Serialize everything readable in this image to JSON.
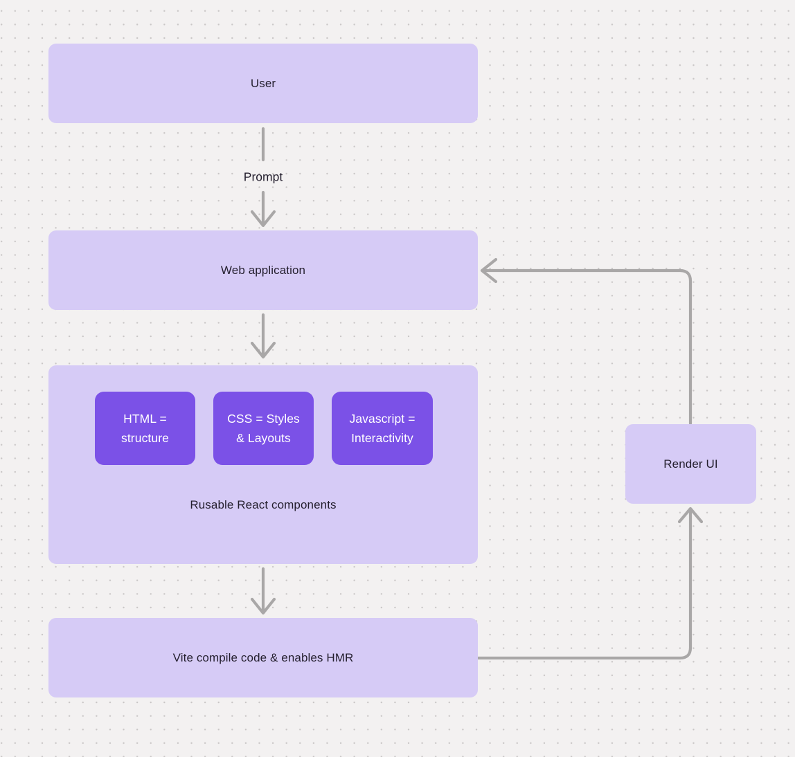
{
  "diagram": {
    "nodes": {
      "user": {
        "label": "User"
      },
      "web_application": {
        "label": "Web application"
      },
      "components_group": {
        "caption": "Rusable React components"
      },
      "html": {
        "label": "HTML =\nstructure"
      },
      "css": {
        "label": "CSS = Styles\n& Layouts"
      },
      "javascript": {
        "label": "Javascript =\nInteractivity"
      },
      "vite": {
        "label": "Vite compile code & enables HMR"
      },
      "render_ui": {
        "label": "Render UI"
      }
    },
    "edges": [
      {
        "from": "user",
        "to": "web_application",
        "label": "Prompt"
      },
      {
        "from": "web_application",
        "to": "components_group",
        "label": ""
      },
      {
        "from": "components_group",
        "to": "vite",
        "label": ""
      },
      {
        "from": "vite",
        "to": "render_ui",
        "label": ""
      },
      {
        "from": "render_ui",
        "to": "web_application",
        "label": ""
      }
    ],
    "colors": {
      "background": "#f3f1f1",
      "dot_grid": "#c9c6c6",
      "node_light": "#d6cbf6",
      "node_dark": "#7b51e7",
      "connector": "#a9a7a7",
      "text_dark": "#241f2e",
      "text_light": "#ffffff"
    }
  }
}
